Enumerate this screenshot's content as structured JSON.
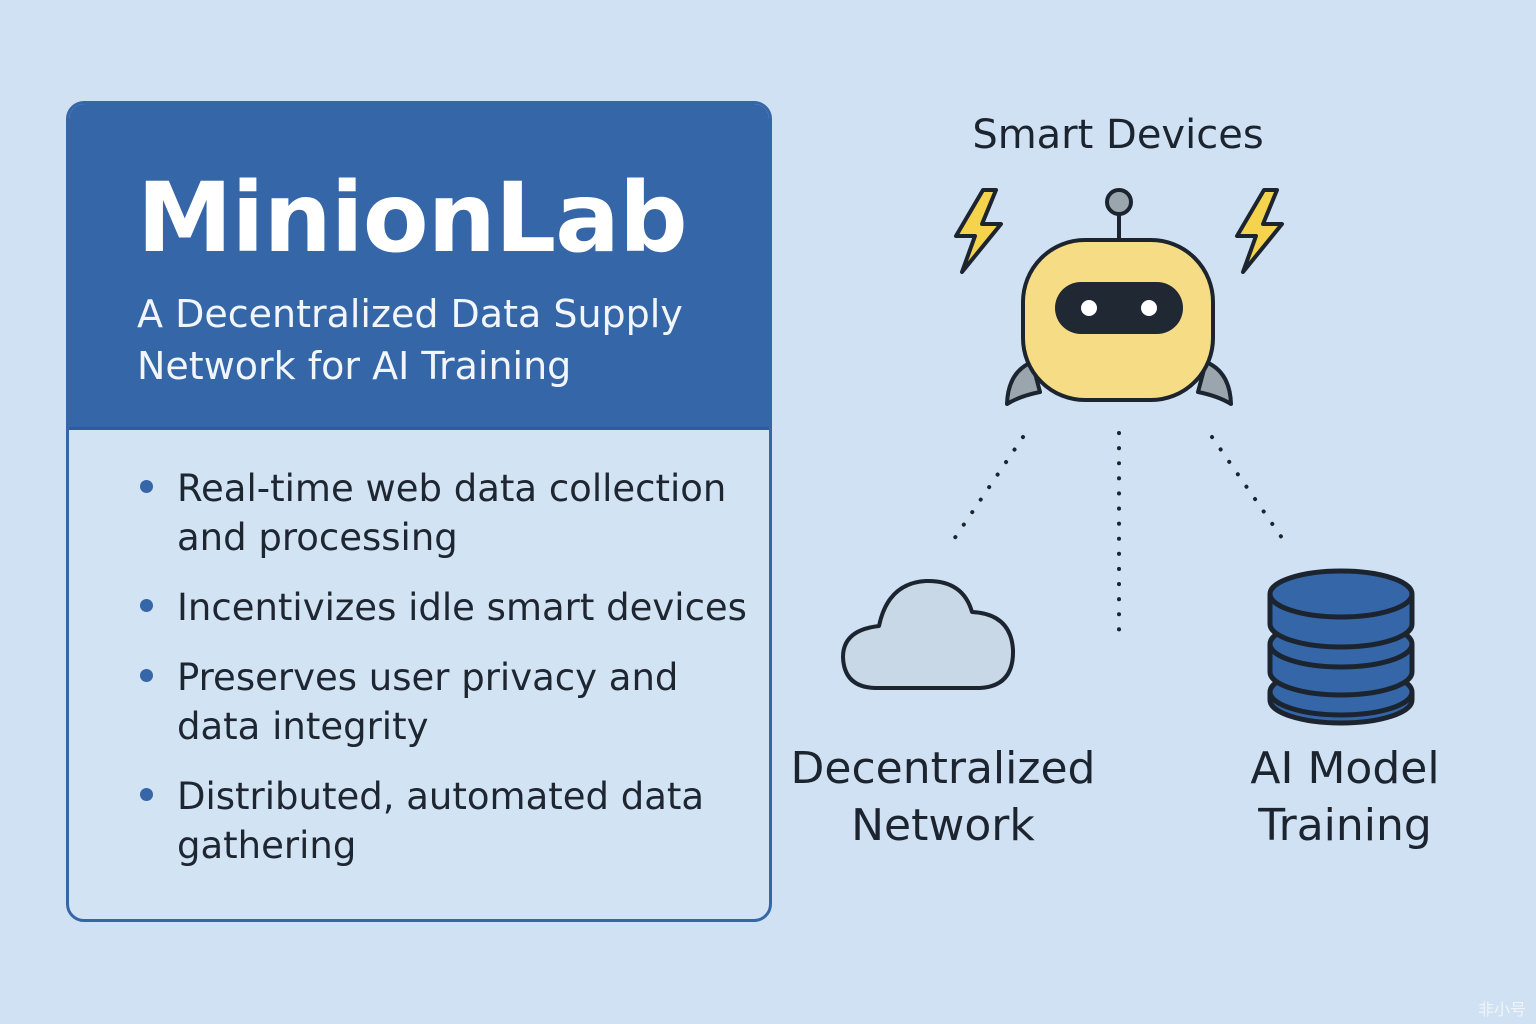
{
  "card": {
    "title": "MinionLab",
    "subtitle": "A Decentralized Data Supply Network for AI Training",
    "features": [
      "Real-time web data collection and processing",
      "Incentivizes idle smart devices",
      "Preserves user privacy and data integrity",
      "Distributed, automated data gathering"
    ]
  },
  "diagram": {
    "top_label": "Smart Devices",
    "left_label": "Decentralized Network",
    "right_label": "AI Model Training",
    "icons": [
      "robot-icon",
      "lightning-icon",
      "cloud-icon",
      "database-icon"
    ]
  },
  "watermark": "非小号",
  "colors": {
    "background": "#cfe1f2",
    "accent": "#3566a8",
    "robot": "#f6dc85",
    "lightning": "#f5d34d",
    "cloud": "#c8d8e6",
    "outline": "#1c2430"
  }
}
